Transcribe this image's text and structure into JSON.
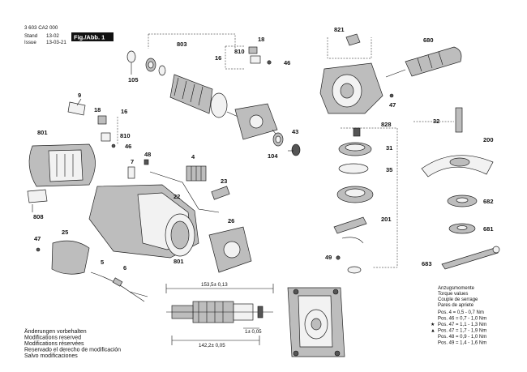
{
  "header": {
    "doc_number": "3 603 CA2 000",
    "stand_label": "Stand",
    "stand_value": "13-02",
    "issue_label": "Issue",
    "issue_value": "13-03-21",
    "fig_label": "Fig./Abb. 1"
  },
  "callouts": {
    "c803": "803",
    "c810a": "810",
    "c18a": "18",
    "c16a": "16",
    "c46a": "46",
    "c105": "105",
    "c9": "9",
    "c18b": "18",
    "c16b": "16",
    "c810b": "810",
    "c46b": "46",
    "c801a": "801",
    "c808": "808",
    "c48": "48",
    "c4": "4",
    "c7": "7",
    "c22": "22",
    "c23": "23",
    "c43": "43",
    "c104": "104",
    "c26": "26",
    "c801b": "801",
    "c25": "25",
    "c47a": "47",
    "c5": "5",
    "c6": "6",
    "c821": "821",
    "c680": "680",
    "c47b": "47",
    "c828": "828",
    "c31": "31",
    "c35": "35",
    "c201": "201",
    "c49": "49",
    "c32": "32",
    "c200": "200",
    "c682": "682",
    "c681": "681",
    "c683": "683"
  },
  "dimensions": {
    "overall": "153,5± 0,13",
    "shaft_length": "142,2± 0,05",
    "axial_play": "1± 0,05"
  },
  "notes": {
    "lines": [
      "Änderungen vorbehalten",
      "Modifications reserved",
      "Modifications réservées",
      "Reservado el derecho de modificación",
      "Salvo modificaciones"
    ]
  },
  "torque": {
    "title_lines": [
      "Anzugsmomente",
      "Torque values",
      "Couple de serrage",
      "Pares de apriete"
    ],
    "rows": [
      {
        "sym": "",
        "pos": "Pos.   4 = 0,5 - 0,7 Nm"
      },
      {
        "sym": "",
        "pos": "Pos. 46 = 0,7 - 1,0 Nm"
      },
      {
        "sym": "★",
        "pos": "Pos. 47 = 1,1 - 1,3 Nm"
      },
      {
        "sym": "▲",
        "pos": "Pos. 47 = 1,7 - 1,9 Nm"
      },
      {
        "sym": "",
        "pos": "Pos. 48 = 0,9 - 1,0 Nm"
      },
      {
        "sym": "",
        "pos": "Pos. 49 = 1,4 - 1,6 Nm"
      }
    ]
  }
}
